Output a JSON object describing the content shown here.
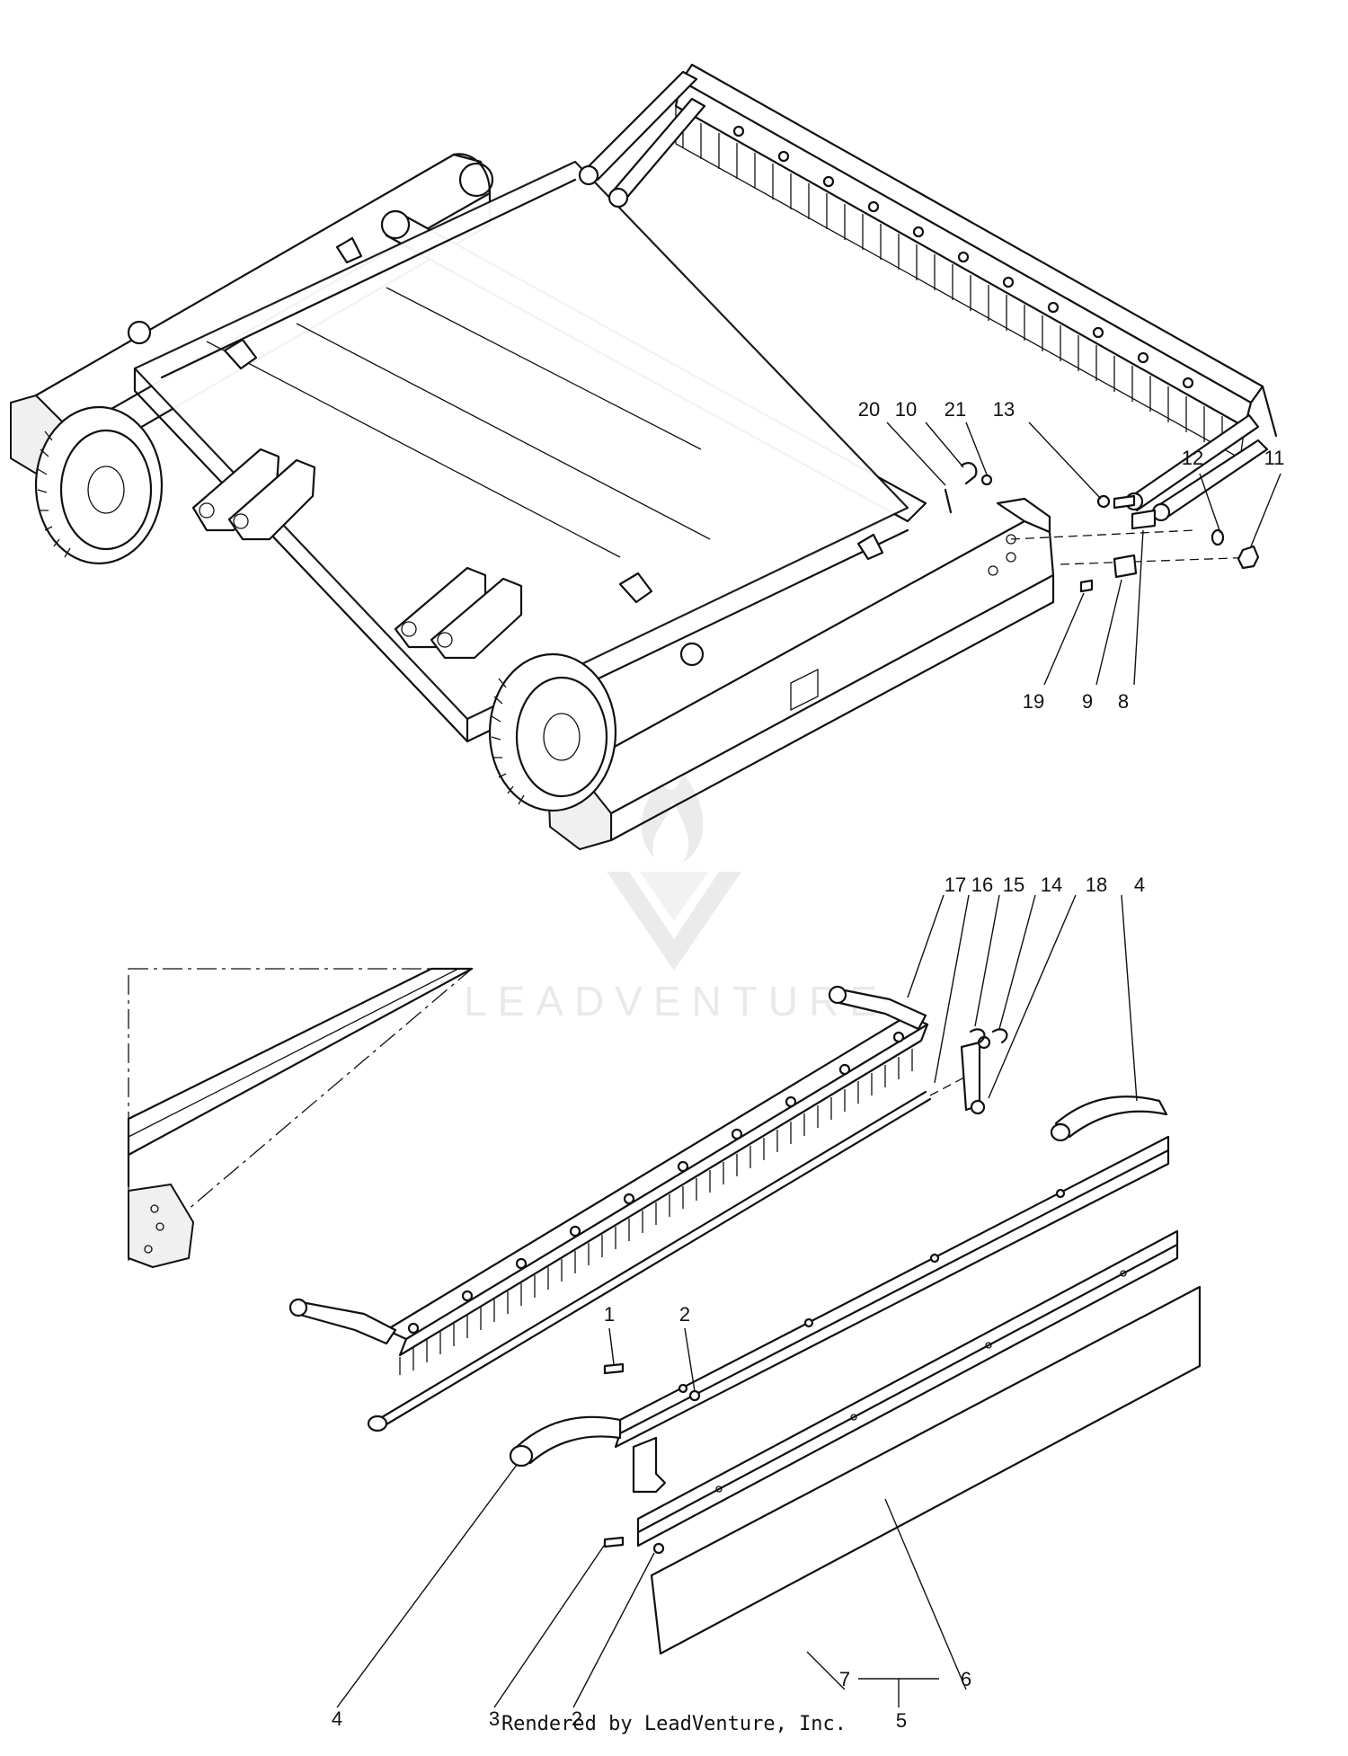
{
  "diagram": {
    "callouts_top": [
      "20",
      "10",
      "21",
      "13",
      "12",
      "11",
      "19",
      "9",
      "8"
    ],
    "callouts_bottom": [
      "17",
      "16",
      "15",
      "14",
      "18",
      "4",
      "1",
      "2",
      "4",
      "3",
      "2",
      "7",
      "6",
      "5"
    ]
  },
  "watermark": {
    "text": "LEADVENTURE"
  },
  "footer": {
    "text": "Rendered by LeadVenture, Inc."
  }
}
